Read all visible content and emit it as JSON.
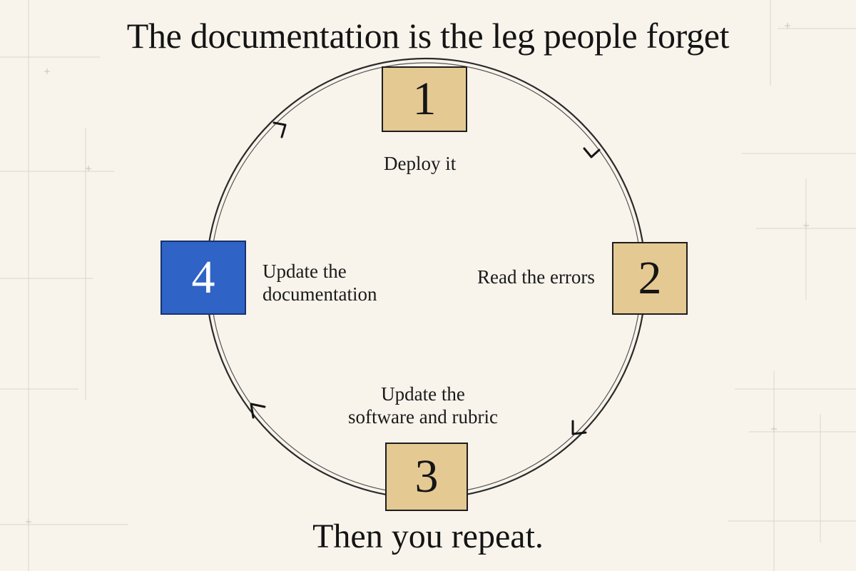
{
  "title": "The documentation is the leg people forget",
  "footer": "Then you repeat.",
  "steps": [
    {
      "number": "1",
      "lines": [
        "Deploy it"
      ]
    },
    {
      "number": "2",
      "lines": [
        "Read the errors"
      ]
    },
    {
      "number": "3",
      "lines": [
        "Update the",
        "software and rubric"
      ]
    },
    {
      "number": "4",
      "lines": [
        "Update the",
        "documentation"
      ]
    }
  ],
  "colors": {
    "background": "#f8f4ec",
    "step_box": "#e5c993",
    "highlight_box": "#2f63c6",
    "highlight_text": "#ffffff",
    "ink": "#141414"
  }
}
